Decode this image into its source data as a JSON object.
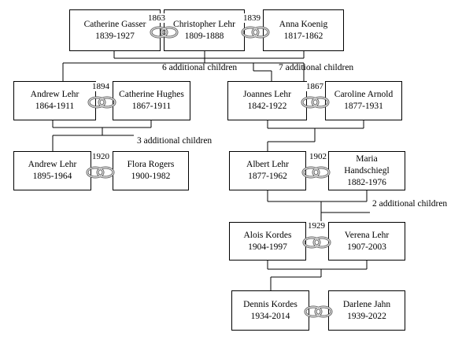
{
  "people": {
    "catherine_gasser": {
      "name": "Catherine Gasser",
      "dates": "1839-1927"
    },
    "christopher_lehr": {
      "name": "Christopher Lehr",
      "dates": "1809-1888"
    },
    "anna_koenig": {
      "name": "Anna Koenig",
      "dates": "1817-1862"
    },
    "andrew_lehr_1864": {
      "name": "Andrew Lehr",
      "dates": "1864-1911"
    },
    "catherine_hughes": {
      "name": "Catherine Hughes",
      "dates": "1867-1911"
    },
    "joannes_lehr": {
      "name": "Joannes Lehr",
      "dates": "1842-1922"
    },
    "caroline_arnold": {
      "name": "Caroline Arnold",
      "dates": "1877-1931"
    },
    "andrew_lehr_1895": {
      "name": "Andrew Lehr",
      "dates": "1895-1964"
    },
    "flora_rogers": {
      "name": "Flora Rogers",
      "dates": "1900-1982"
    },
    "albert_lehr": {
      "name": "Albert Lehr",
      "dates": "1877-1962"
    },
    "maria_handschiegl": {
      "name_line1": "Maria",
      "name_line2": "Handschiegl",
      "dates": "1882-1976"
    },
    "alois_kordes": {
      "name": "Alois Kordes",
      "dates": "1904-1997"
    },
    "verena_lehr": {
      "name": "Verena Lehr",
      "dates": "1907-2003"
    },
    "dennis_kordes": {
      "name": "Dennis Kordes",
      "dates": "1934-2014"
    },
    "darlene_jahn": {
      "name": "Darlene Jahn",
      "dates": "1939-2022"
    }
  },
  "marriages": {
    "gasser_lehr": "1863",
    "lehr_koenig": "1839",
    "andrew_hughes": "1894",
    "joannes_arnold": "1867",
    "andrew_rogers": "1920",
    "albert_maria": "1902",
    "alois_verena": "1929"
  },
  "notes": {
    "gasser_lehr_children": "6 additional children",
    "lehr_koenig_children": "7 additional children",
    "andrew_hughes_children": "3 additional children",
    "albert_maria_children": "2 additional children"
  },
  "colors": {
    "line": "#000000",
    "ring_fill": "#d9d9d9",
    "ring_stroke": "#555555"
  },
  "icons": {
    "marriage": "wedding-rings-icon"
  }
}
